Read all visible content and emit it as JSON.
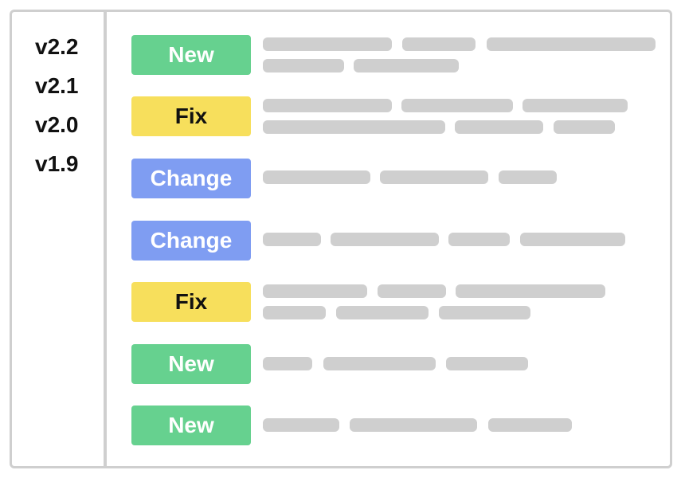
{
  "versions": [
    "v2.2",
    "v2.1",
    "v2.0",
    "v1.9"
  ],
  "entries": [
    {
      "label": "New",
      "type": "new"
    },
    {
      "label": "Fix",
      "type": "fix"
    },
    {
      "label": "Change",
      "type": "change"
    },
    {
      "label": "Change",
      "type": "change"
    },
    {
      "label": "Fix",
      "type": "fix"
    },
    {
      "label": "New",
      "type": "new"
    },
    {
      "label": "New",
      "type": "new"
    }
  ],
  "colors": {
    "new_bg": "#66d18f",
    "new_text": "#ffffff",
    "fix_bg": "#f7df5c",
    "fix_text": "#111111",
    "change_bg": "#7f9df2",
    "change_text": "#ffffff",
    "placeholder": "#cfcfcf",
    "border": "#cfcfcf"
  }
}
